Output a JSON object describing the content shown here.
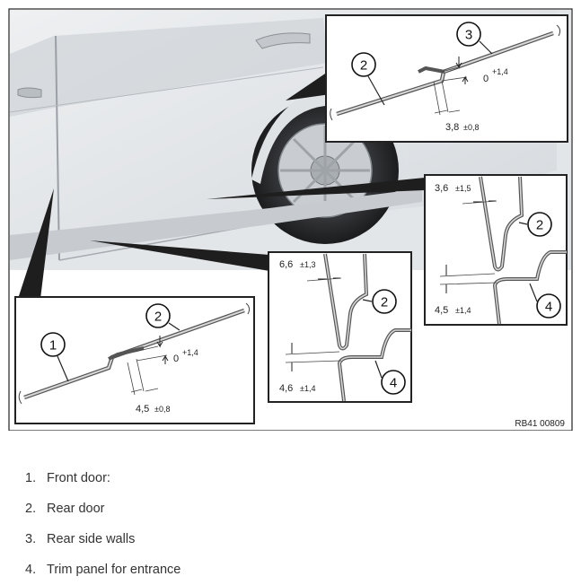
{
  "figure": {
    "ref_code": "RB41 00809",
    "callouts": [
      "1",
      "2",
      "3",
      "4"
    ],
    "detail_top": {
      "tol_label": "0",
      "tol_sup": "+1,4",
      "dim_value": "3,8",
      "dim_tol": "±0,8"
    },
    "detail_left": {
      "tol_label": "0",
      "tol_sup": "+1,4",
      "dim_value": "4,5",
      "dim_tol": "±0,8"
    },
    "detail_right": {
      "top_value": "3,6",
      "top_tol": "±1,5",
      "bottom_value": "4,5",
      "bottom_tol": "±1,4"
    },
    "detail_mid": {
      "top_value": "6,6",
      "top_tol": "±1,3",
      "bottom_value": "4,6",
      "bottom_tol": "±1,4"
    }
  },
  "legend": [
    {
      "number": "1.",
      "text": "Front door:"
    },
    {
      "number": "2.",
      "text": "Rear door"
    },
    {
      "number": "3.",
      "text": "Rear side walls"
    },
    {
      "number": "4.",
      "text": "Trim panel for entrance"
    }
  ]
}
